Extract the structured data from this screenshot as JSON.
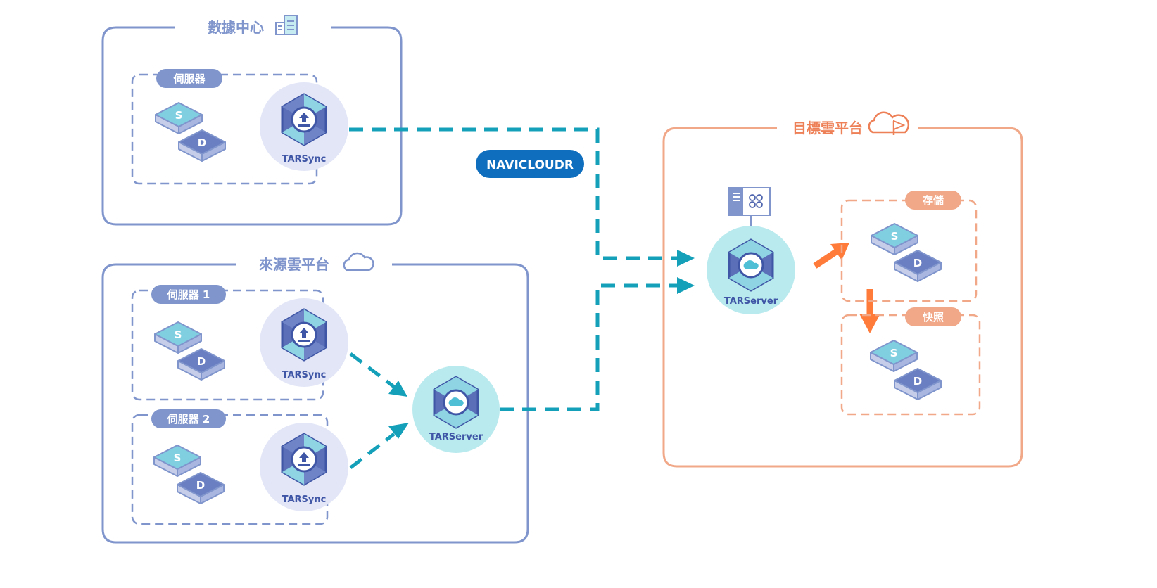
{
  "colors": {
    "blue": "#7f95cc",
    "blue_dark": "#4d63ad",
    "blue_light": "#e6e9f8",
    "orange": "#f0a889",
    "orange_dark": "#ee8057",
    "orange_arrow": "#ff7b3a",
    "teal": "#15a0b9",
    "teal_light": "#b9eaee",
    "badge": "#0f6fbe"
  },
  "data_center": {
    "title": "數據中心",
    "icon": "building-icon",
    "server_label": "伺服器",
    "disk_s": "S",
    "disk_d": "D",
    "agent_label": "TARSync"
  },
  "link_badge": "NAVICLOUDR",
  "source_cloud": {
    "title": "來源雲平台",
    "icon": "cloud-icon",
    "servers": [
      {
        "label": "伺服器 1",
        "disk_s": "S",
        "disk_d": "D",
        "agent_label": "TARSync"
      },
      {
        "label": "伺服器 2",
        "disk_s": "S",
        "disk_d": "D",
        "agent_label": "TARSync"
      }
    ],
    "server_node_label": "TARServer"
  },
  "target_cloud": {
    "title": "目標雲平台",
    "icon": "cloud-flag-icon",
    "server_node_label": "TARServer",
    "ai_icon": "brain-icon",
    "storage_label": "存儲",
    "snapshot_label": "快照",
    "disk_s": "S",
    "disk_d": "D"
  }
}
